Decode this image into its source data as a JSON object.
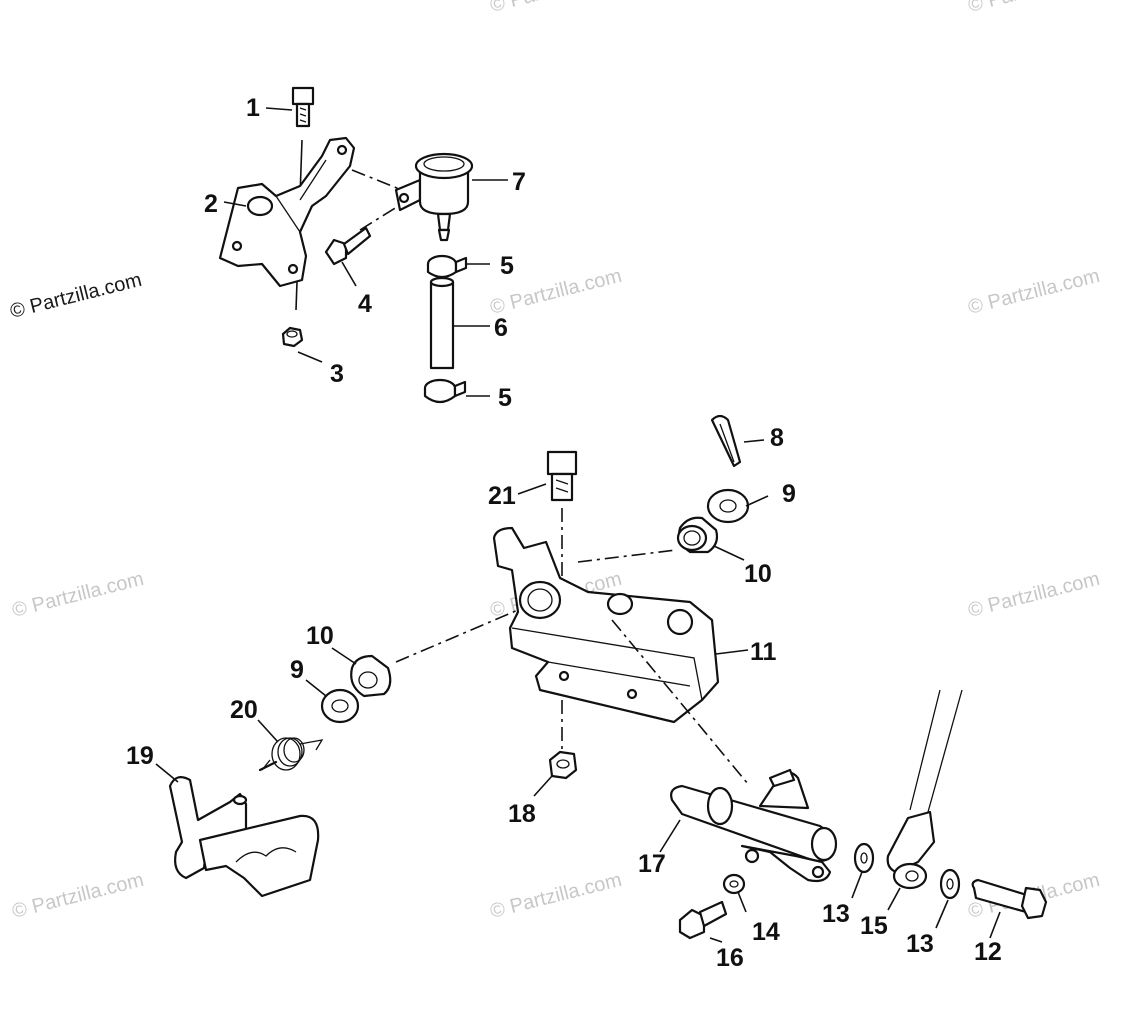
{
  "watermark": {
    "primary": "© Partzilla.com",
    "repeat": "© Partzilla.com"
  },
  "callouts": {
    "c1": "1",
    "c2": "2",
    "c3": "3",
    "c4": "4",
    "c5a": "5",
    "c5b": "5",
    "c6": "6",
    "c7": "7",
    "c8": "8",
    "c9a": "9",
    "c9b": "9",
    "c10a": "10",
    "c10b": "10",
    "c11": "11",
    "c12": "12",
    "c13a": "13",
    "c13b": "13",
    "c14": "14",
    "c15": "15",
    "c16": "16",
    "c17": "17",
    "c18": "18",
    "c19": "19",
    "c20": "20",
    "c21": "21"
  }
}
